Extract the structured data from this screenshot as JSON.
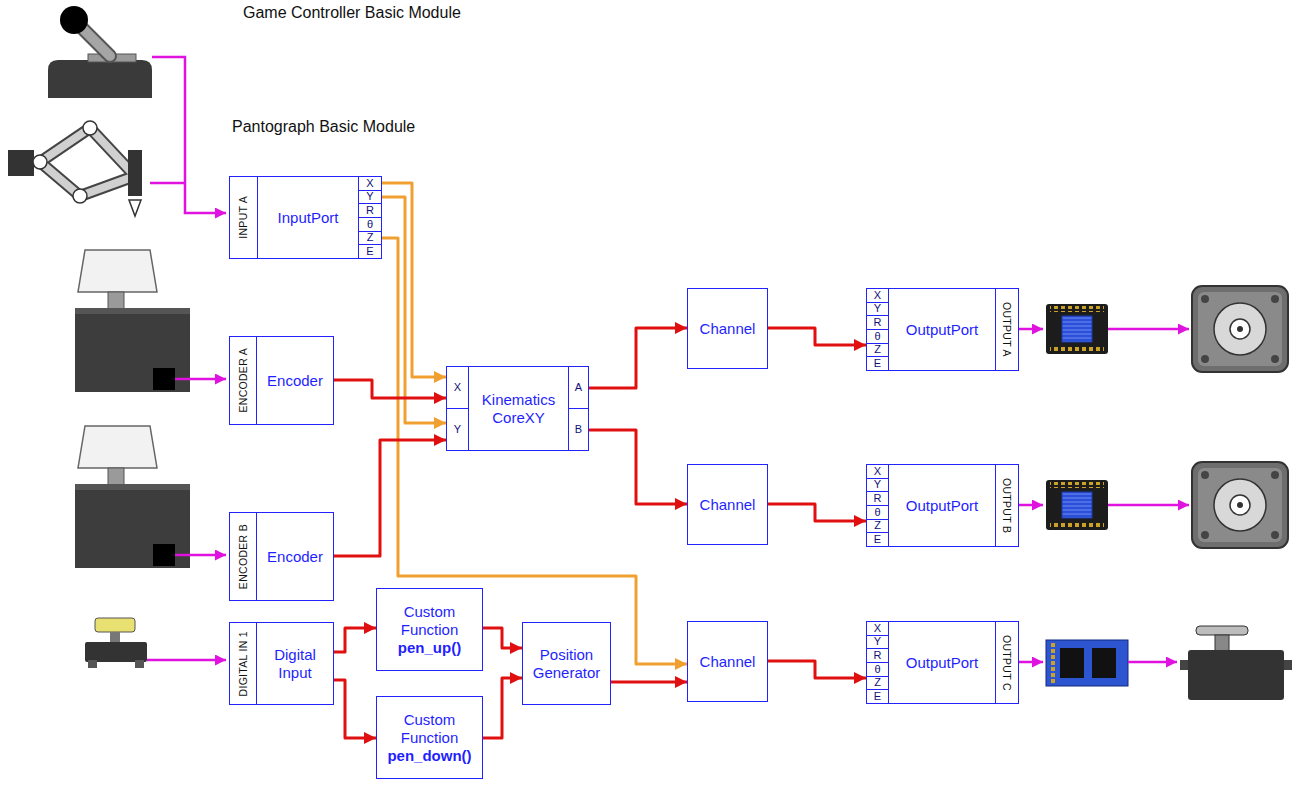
{
  "diagram": {
    "nodes": [
      {
        "text": [
          "INPUT A",
          "InputPort",
          "X",
          "Y",
          "R",
          "θ",
          "Z",
          "E"
        ]
      },
      {
        "text": [
          "ENCODER A",
          "Encoder"
        ]
      },
      {
        "text": [
          "X",
          "Y",
          "Kinematics CoreXY",
          "A",
          "B"
        ]
      },
      {
        "text": [
          "Channel"
        ]
      },
      {
        "text": [
          "X",
          "Y",
          "R",
          "θ",
          "Z",
          "E",
          "OutputPort",
          "OUTPUT A"
        ]
      },
      {
        "text": [
          "Channel"
        ]
      },
      {
        "text": [
          "X",
          "Y",
          "R",
          "θ",
          "Z",
          "E",
          "OutputPort",
          "OUTPUT B"
        ]
      },
      {
        "text": [
          "ENCODER B",
          "Encoder"
        ]
      },
      {
        "text": [
          "Custom Function",
          "pen_up()"
        ]
      },
      {
        "text": [
          "DIGITAL IN 1",
          "Digital Input"
        ]
      },
      {
        "text": [
          "Position Generator"
        ]
      },
      {
        "text": [
          "Channel"
        ]
      },
      {
        "text": [
          "X",
          "Y",
          "R",
          "θ",
          "Z",
          "E",
          "OutputPort",
          "OUTPUT C"
        ]
      },
      {
        "text": [
          "Custom Function",
          "pen_down()"
        ]
      }
    ],
    "edges": [
      {
        "from": 0,
        "to": 2,
        "arrow": "to"
      },
      {
        "from": 0,
        "to": 2,
        "arrow": "to"
      },
      {
        "from": 0,
        "to": 11,
        "arrow": "to"
      },
      {
        "from": 1,
        "to": 2,
        "arrow": "to"
      },
      {
        "from": 7,
        "to": 2,
        "arrow": "to"
      },
      {
        "from": 2,
        "to": 3,
        "arrow": "to"
      },
      {
        "from": 2,
        "to": 5,
        "arrow": "to"
      },
      {
        "from": 3,
        "to": 4,
        "arrow": "to"
      },
      {
        "from": 5,
        "to": 6,
        "arrow": "to"
      },
      {
        "from": 11,
        "to": 12,
        "arrow": "to"
      },
      {
        "from": 9,
        "to": 8,
        "arrow": "to"
      },
      {
        "from": 9,
        "to": 13,
        "arrow": "to"
      },
      {
        "from": 8,
        "to": 10,
        "arrow": "to"
      },
      {
        "from": 13,
        "to": 10,
        "arrow": "to"
      },
      {
        "from": 10,
        "to": 11,
        "arrow": "to"
      }
    ],
    "labels": [
      "Game Controller Basic Module",
      "Pantograph Basic Module"
    ]
  }
}
